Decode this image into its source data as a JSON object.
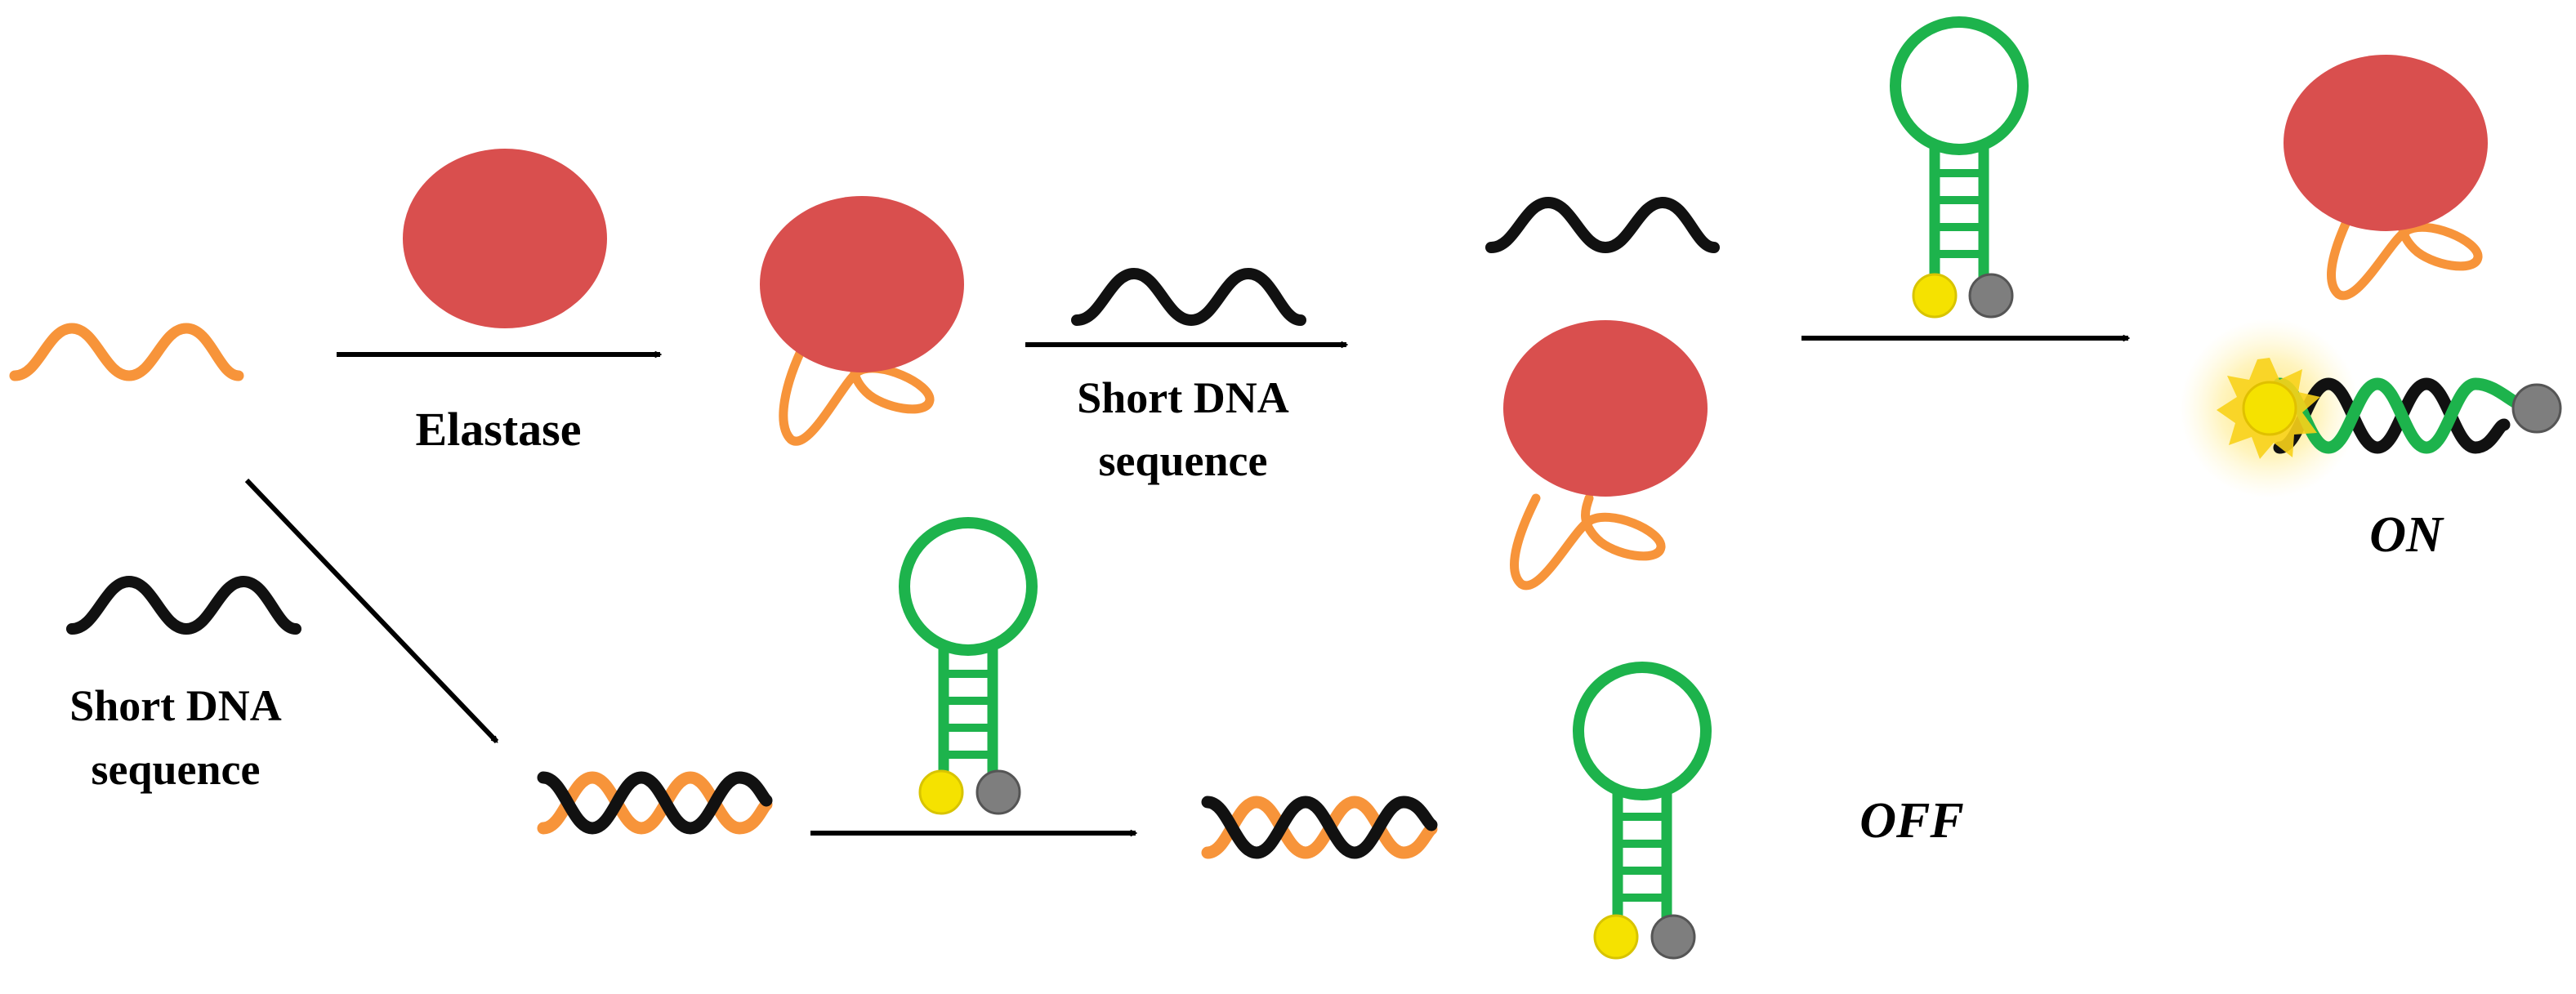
{
  "labels": {
    "elastase": "Elastase",
    "short_dna_top": [
      "Short DNA",
      "sequence"
    ],
    "short_dna_left": [
      "Short DNA",
      "sequence"
    ],
    "on": "ON",
    "off": "OFF"
  },
  "colors": {
    "peptide_orange": "#F7943A",
    "elastase_red": "#D94F4E",
    "dna_black": "#111111",
    "beacon_green": "#1DB34C",
    "fluorophore_yellow": "#F5E200",
    "quencher_gray": "#7E7E7E",
    "glow": "#FFE066",
    "arrow": "#000000"
  },
  "icons": {
    "peptide": "orange-peptide-wave-icon",
    "enzyme": "elastase-sphere-icon",
    "dna": "short-dna-wave-icon",
    "beacon": "molecular-beacon-hairpin-icon",
    "duplex": "dna-duplex-icon"
  }
}
